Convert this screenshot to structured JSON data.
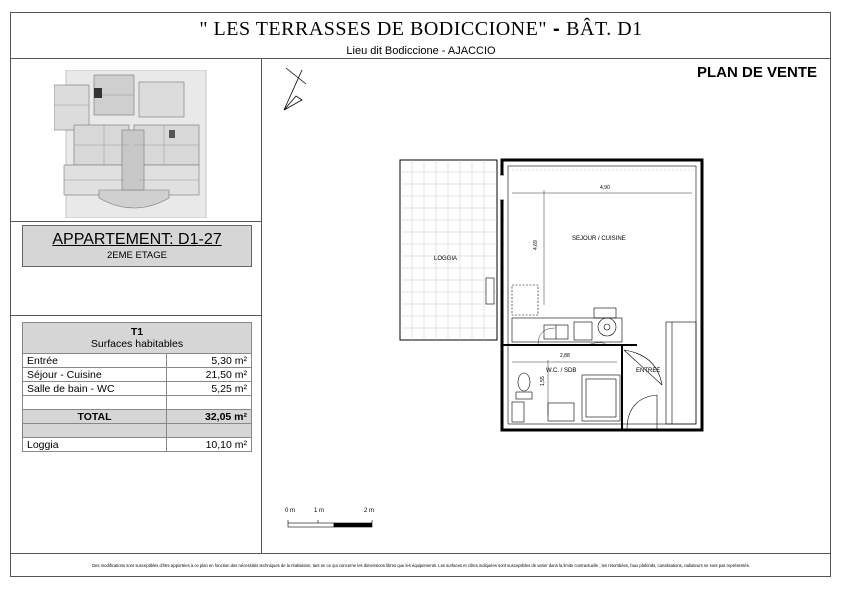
{
  "header": {
    "title": "\" LES TERRASSES DE BODICCIONE\"",
    "separator": "-",
    "building": "BÂT.  D1",
    "subtitle": "Lieu dit Bodiccione - AJACCIO",
    "plan_label": "PLAN DE VENTE"
  },
  "apartment": {
    "name": "APPARTEMENT: D1-27",
    "floor": "2EME ETAGE"
  },
  "surfaces": {
    "type": "T1",
    "heading": "Surfaces habitables",
    "rows": [
      {
        "label": "Entrée",
        "value": "5,30 m²"
      },
      {
        "label": "Séjour - Cuisine",
        "value": "21,50 m²"
      },
      {
        "label": "Salle de bain - WC",
        "value": "5,25 m²"
      }
    ],
    "total_label": "TOTAL",
    "total_value": "32,05 m²",
    "extra": [
      {
        "label": "Loggia",
        "value": "10,10 m²"
      }
    ]
  },
  "plan": {
    "rooms": {
      "loggia": "LOGGIA",
      "sejour": "SEJOUR / CUISINE",
      "wc": "W.C. / SDB",
      "entree": "ENTREE"
    },
    "dimensions": {
      "width_main": "4,90",
      "height_main": "4,69",
      "width_wc": "2,88",
      "height_wc": "1,55"
    },
    "scale": {
      "labels": [
        "0 m",
        "1 m",
        "2 m"
      ]
    }
  },
  "footer": {
    "disclaimer": "Des modifications sont susceptibles d'être apportées à ce plan en fonction des nécessités techniques de la réalisation, tant en ce qui concerne les dimensions libres que les équipements. Les surfaces et côtes indiquées sont susceptibles de varier dans la limite contractuelle ; les retombées, faux plafonds, canalisations, radiateurs ne sont pas représentés."
  }
}
